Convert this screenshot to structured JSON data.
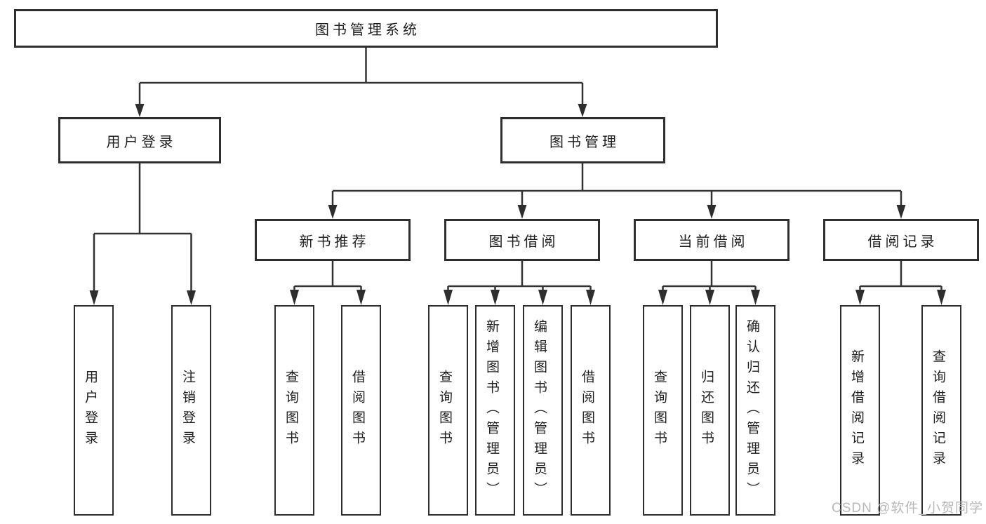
{
  "diagram": {
    "title": "图书管理系统",
    "root": {
      "label": "图书管理系统"
    },
    "level2": [
      {
        "label": "用户登录"
      },
      {
        "label": "图书管理"
      }
    ],
    "level3": [
      {
        "label": "新书推荐",
        "parent": "图书管理"
      },
      {
        "label": "图书借阅",
        "parent": "图书管理"
      },
      {
        "label": "当前借阅",
        "parent": "图书管理"
      },
      {
        "label": "借阅记录",
        "parent": "图书管理"
      }
    ],
    "leaves": [
      {
        "label": "用户登录",
        "parent": "用户登录"
      },
      {
        "label": "注销登录",
        "parent": "用户登录"
      },
      {
        "label": "查询图书",
        "parent": "新书推荐"
      },
      {
        "label": "借阅图书",
        "parent": "新书推荐"
      },
      {
        "label": "查询图书",
        "parent": "图书借阅"
      },
      {
        "label": "新增图书（管理员）",
        "parent": "图书借阅"
      },
      {
        "label": "编辑图书（管理员）",
        "parent": "图书借阅"
      },
      {
        "label": "借阅图书",
        "parent": "图书借阅"
      },
      {
        "label": "查询图书",
        "parent": "当前借阅"
      },
      {
        "label": "归还图书",
        "parent": "当前借阅"
      },
      {
        "label": "确认归还（管理员）",
        "parent": "当前借阅"
      },
      {
        "label": "新增借阅记录",
        "parent": "借阅记录"
      },
      {
        "label": "查询借阅记录",
        "parent": "借阅记录"
      }
    ]
  },
  "watermark": {
    "text": "CSDN @软件_小贺同学"
  },
  "colors": {
    "background": "#ffffff",
    "line": "#333333",
    "box_border": "#2e2e2e",
    "text": "#1f1f1f",
    "watermark": "#b9b9b9"
  }
}
